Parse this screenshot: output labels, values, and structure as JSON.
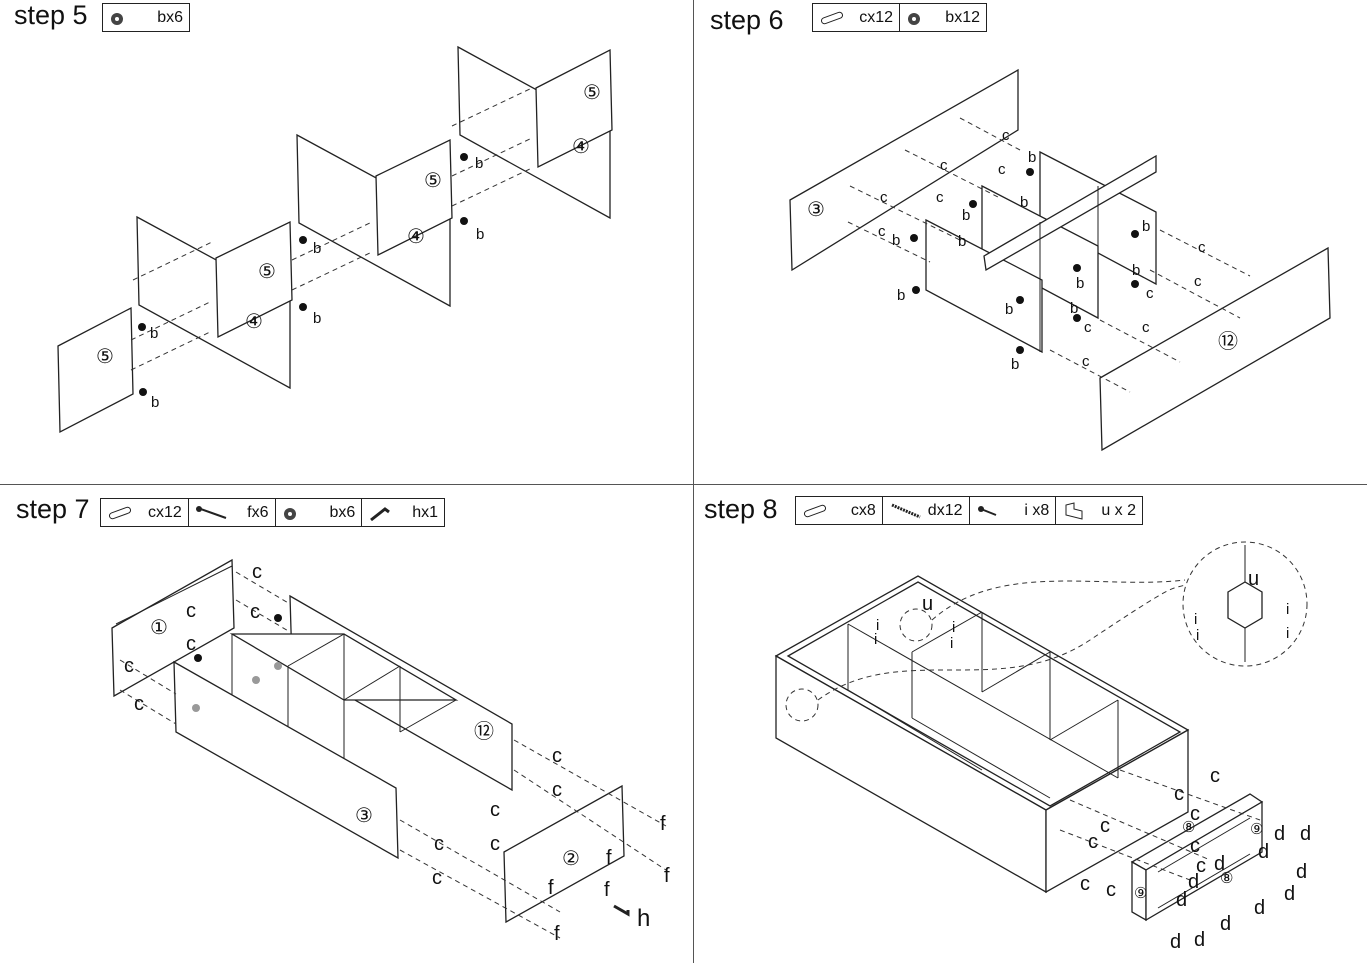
{
  "steps": {
    "s5": {
      "title": "step 5",
      "parts": [
        {
          "icon": "cam-lock-icon",
          "qty": "bx6"
        }
      ]
    },
    "s6": {
      "title": "step 6",
      "parts": [
        {
          "icon": "wood-dowel-icon",
          "qty": "cx12"
        },
        {
          "icon": "cam-lock-icon",
          "qty": "bx12"
        }
      ]
    },
    "s7": {
      "title": "step 7",
      "parts": [
        {
          "icon": "wood-dowel-icon",
          "qty": "cx12"
        },
        {
          "icon": "cam-bolt-icon",
          "qty": "fx6"
        },
        {
          "icon": "cam-lock-icon",
          "qty": "bx6"
        },
        {
          "icon": "allen-key-icon",
          "qty": "hx1"
        }
      ]
    },
    "s8": {
      "title": "step 8",
      "parts": [
        {
          "icon": "wood-dowel-icon",
          "qty": "cx8"
        },
        {
          "icon": "long-screw-icon",
          "qty": "dx12"
        },
        {
          "icon": "short-screw-icon",
          "qty": "i x8"
        },
        {
          "icon": "angle-bracket-icon",
          "qty": "u x 2"
        }
      ]
    }
  },
  "labels": {
    "b": "b",
    "c": "c",
    "d": "d",
    "f": "f",
    "h": "h",
    "i": "i",
    "u": "u",
    "p1": "①",
    "p2": "②",
    "p3": "③",
    "p4": "④",
    "p5": "⑤",
    "p8": "⑧",
    "p9": "⑨",
    "p12": "⑫"
  },
  "colors": {
    "line": "#222222",
    "background": "#ffffff"
  }
}
